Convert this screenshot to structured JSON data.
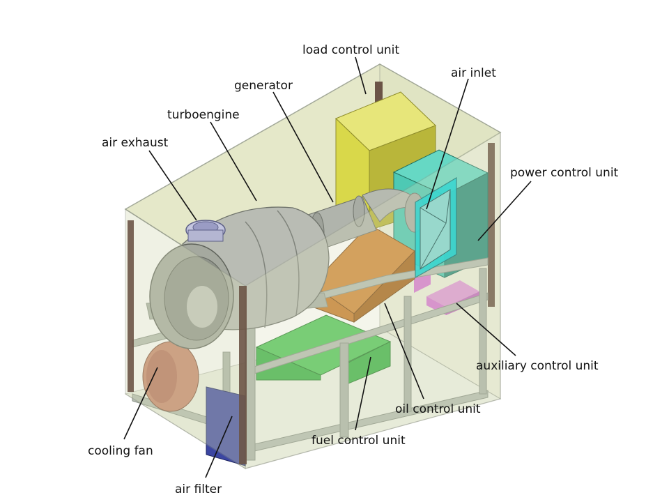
{
  "labels": {
    "load_control_unit": "load control unit",
    "air_inlet": "air inlet",
    "generator": "generator",
    "turboengine": "turboengine",
    "air_exhaust": "air exhaust",
    "power_control_unit": "power control unit",
    "auxiliary_control_unit": "auxiliary control unit",
    "oil_control_unit": "oil control unit",
    "fuel_control_unit": "fuel control unit",
    "cooling_fan": "cooling fan",
    "air_filter": "air filter"
  },
  "colors": {
    "enclosure_top": "#e3e6c4",
    "enclosure_side": "#dadfbc",
    "enclosure_front": "#d2d8b4",
    "frame": "#b6bdb2",
    "post": "#6b5446",
    "load_unit_front": "#d9d84a",
    "load_unit_side": "#b9b63a",
    "load_unit_top": "#e7e67a",
    "power_unit_front": "#4ec9b4",
    "power_unit_side": "#2d8f7c",
    "air_inlet": "#00d4d8",
    "oil_unit": "#c87c2c",
    "fuel_unit": "#3fb44a",
    "auxiliary_unit": "#d77ad4",
    "cooling_fan": "#c9856a",
    "air_filter": "#3b45a2",
    "engine": "#b9bcb4",
    "engine_dark": "#8f938b"
  }
}
